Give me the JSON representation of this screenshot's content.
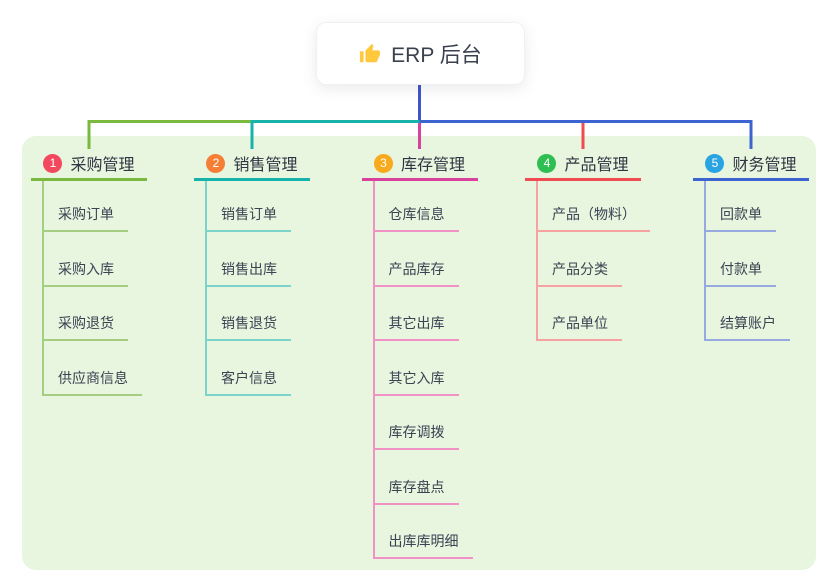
{
  "root": {
    "title": "ERP 后台",
    "icon": "thumbs-up-icon",
    "icon_color": "#FFC83D"
  },
  "colors": {
    "panel_bg": "#E8F5DF",
    "root_stem": "#4053C8",
    "root_text": "#39404E",
    "title_text": "#2F3542",
    "child_text": "#3B4252"
  },
  "branches": [
    {
      "number": "1",
      "label": "采购管理",
      "badge_color": "#F2495E",
      "line_color": "#78B93E",
      "child_line_color": "#A6CE83",
      "children": [
        "采购订单",
        "采购入库",
        "采购退货",
        "供应商信息"
      ]
    },
    {
      "number": "2",
      "label": "销售管理",
      "badge_color": "#F67F35",
      "line_color": "#17B3AB",
      "child_line_color": "#7BD3CC",
      "children": [
        "销售订单",
        "销售出库",
        "销售退货",
        "客户信息"
      ]
    },
    {
      "number": "3",
      "label": "库存管理",
      "badge_color": "#F9A91C",
      "line_color": "#D8419C",
      "child_line_color": "#F092C6",
      "children": [
        "仓库信息",
        "产品库存",
        "其它出库",
        "其它入库",
        "库存调拨",
        "库存盘点",
        "出库库明细"
      ]
    },
    {
      "number": "4",
      "label": "产品管理",
      "badge_color": "#2FBE52",
      "line_color": "#F04B50",
      "child_line_color": "#F7A2A2",
      "children": [
        "产品（物料）",
        "产品分类",
        "产品单位"
      ]
    },
    {
      "number": "5",
      "label": "财务管理",
      "badge_color": "#29A4E2",
      "line_color": "#3D63D0",
      "child_line_color": "#97AADF",
      "children": [
        "回款单",
        "付款单",
        "结算账户"
      ]
    }
  ]
}
